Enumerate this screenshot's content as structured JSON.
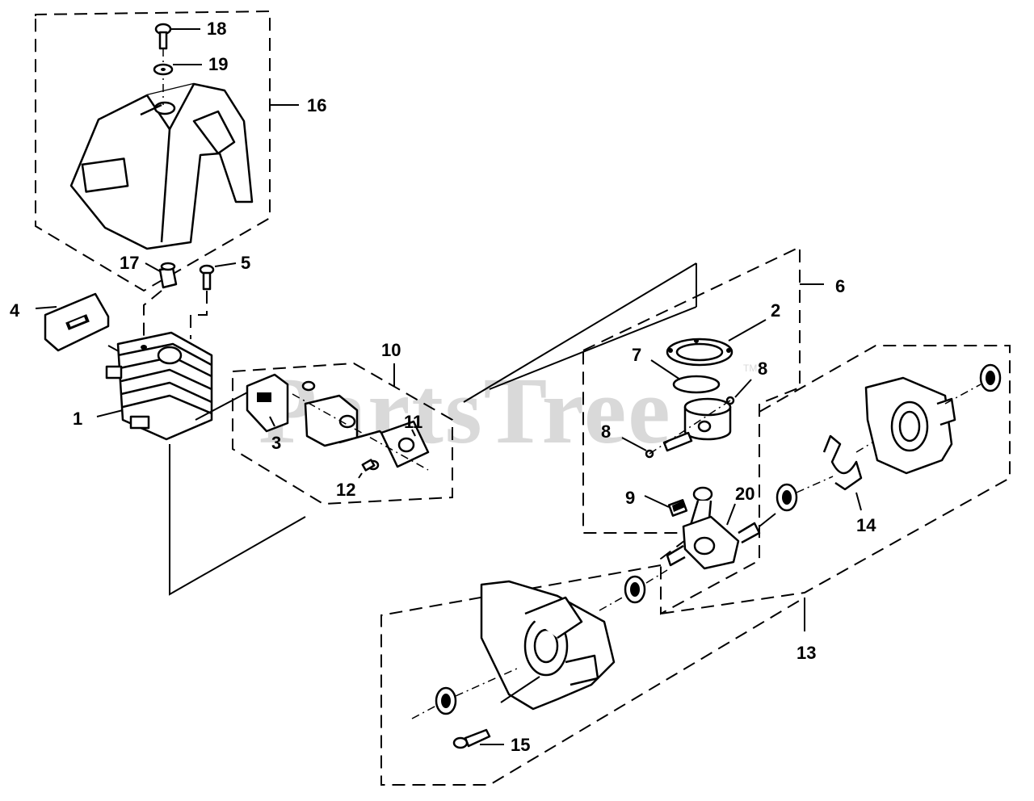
{
  "watermark": {
    "text": "PartsTree",
    "mark": "TM"
  },
  "callouts": [
    {
      "id": "c1",
      "text": "1"
    },
    {
      "id": "c2",
      "text": "2"
    },
    {
      "id": "c3",
      "text": "3"
    },
    {
      "id": "c4",
      "text": "4"
    },
    {
      "id": "c5",
      "text": "5"
    },
    {
      "id": "c6",
      "text": "6"
    },
    {
      "id": "c7",
      "text": "7"
    },
    {
      "id": "c8a",
      "text": "8"
    },
    {
      "id": "c8b",
      "text": "8"
    },
    {
      "id": "c9",
      "text": "9"
    },
    {
      "id": "c10",
      "text": "10"
    },
    {
      "id": "c11",
      "text": "11"
    },
    {
      "id": "c12",
      "text": "12"
    },
    {
      "id": "c13",
      "text": "13"
    },
    {
      "id": "c14",
      "text": "14"
    },
    {
      "id": "c15",
      "text": "15"
    },
    {
      "id": "c16",
      "text": "16"
    },
    {
      "id": "c17",
      "text": "17"
    },
    {
      "id": "c18",
      "text": "18"
    },
    {
      "id": "c19",
      "text": "19"
    },
    {
      "id": "c20",
      "text": "20"
    }
  ]
}
